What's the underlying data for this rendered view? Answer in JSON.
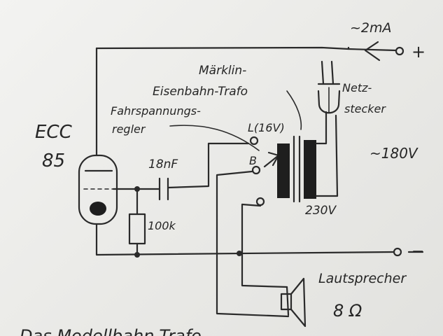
{
  "labels": {
    "current": "~2mA",
    "plus": "+",
    "minus": "−",
    "adapter_line1": "Netz-",
    "adapter_line2": "stecker",
    "trafo_line1": "Märklin-",
    "trafo_line2": "Eisenbahn-Trafo",
    "regulator_line1": "Fahrspannungs-",
    "regulator_line2": "regler",
    "tube_line1": "ECC",
    "tube_line2": "85",
    "terminal_L": "L(16V)",
    "terminal_B": "B",
    "high_voltage": "~180V",
    "capacitor": "18nF",
    "resistor": "100k",
    "mains": "230V",
    "speaker_line1": "Lautsprecher",
    "speaker_line2": "8 Ω",
    "bottom_text": "Das Modellbahn-Trafo ..."
  }
}
